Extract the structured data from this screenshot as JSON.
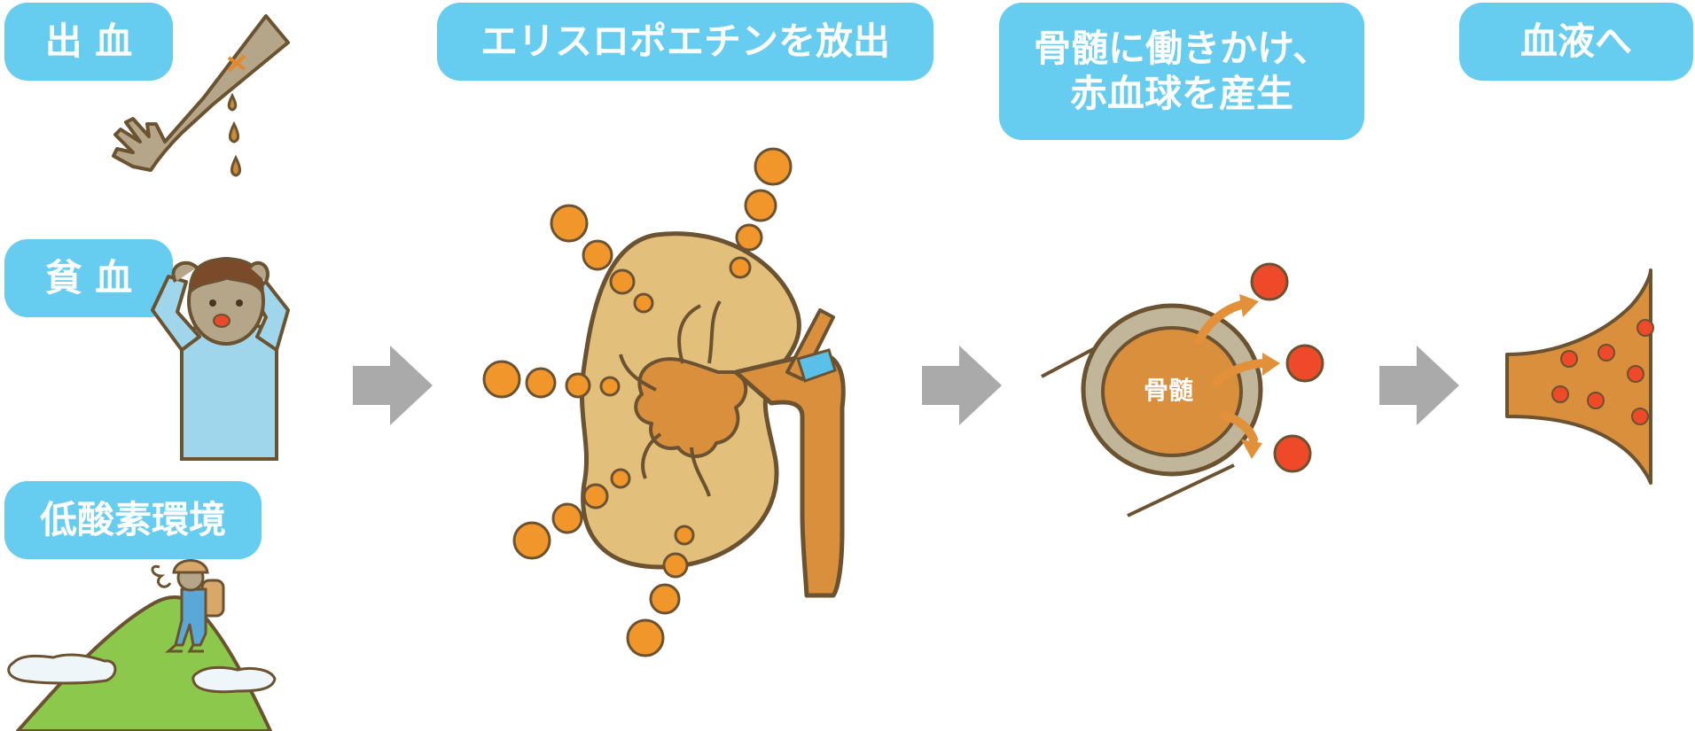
{
  "labels": {
    "bleeding": "出 血",
    "anemia": "貧 血",
    "hypoxia": "低酸素環境",
    "epo": "エリスロポエチンを放出",
    "marrow_line1": "骨髄に働きかけ、",
    "marrow_line2": "赤血球を産生",
    "blood": "血液へ",
    "bone_marrow_tag": "骨髄"
  },
  "colors": {
    "pill": "#66ccf0",
    "arrow": "#aaaaaa",
    "kidney": "#e3bf7c",
    "kidney_inner": "#d98f3c",
    "orange_dot": "#f0962a",
    "red_cell": "#ee4a2a",
    "outline": "#6b5230"
  },
  "icons": [
    "bleeding-arm-icon",
    "worried-person-icon",
    "mountain-hiker-icon",
    "kidney-icon",
    "bone-marrow-icon",
    "blood-vessel-icon"
  ]
}
